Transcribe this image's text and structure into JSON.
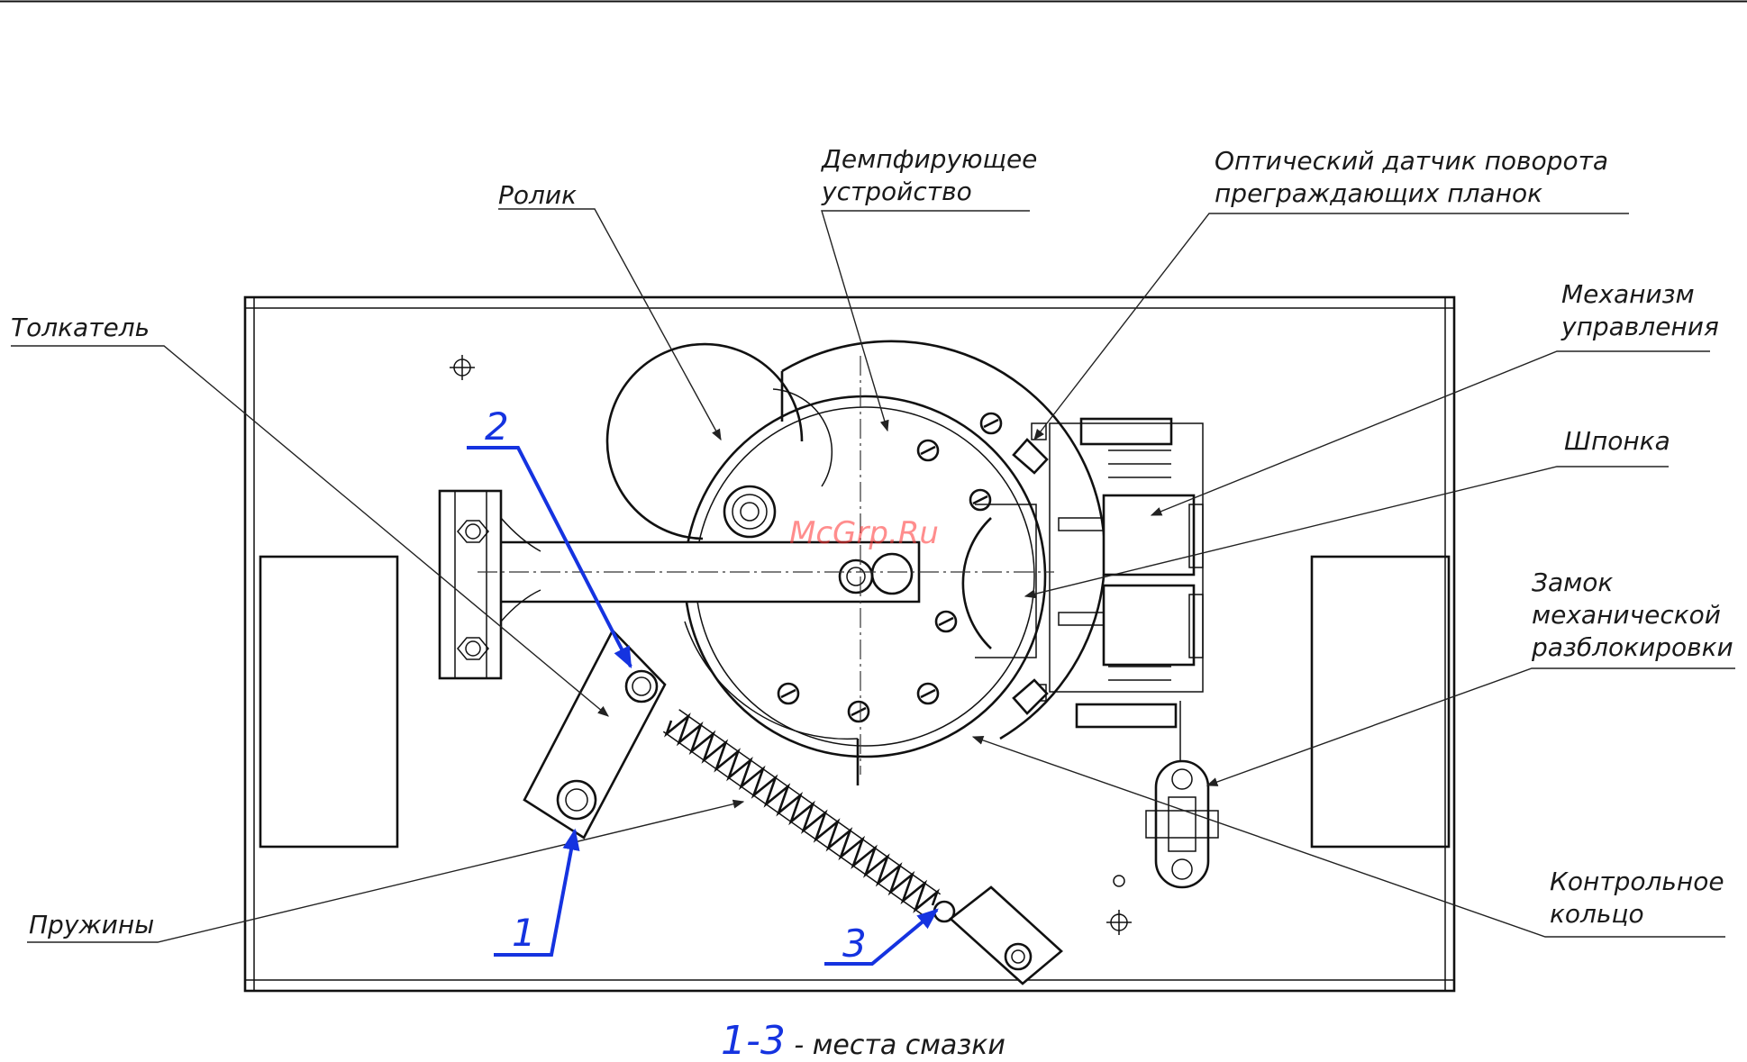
{
  "labels": {
    "damper": [
      "Демпфирующее",
      "устройство"
    ],
    "roller": "Ролик",
    "optical_sensor": [
      "Оптический датчик поворота",
      "преграждающих планок"
    ],
    "control_mechanism": [
      "Механизм",
      "управления"
    ],
    "pusher": "Толкатель",
    "key": "Шпонка",
    "lock": [
      "Замок",
      "механической",
      "разблокировки"
    ],
    "springs": "Пружины",
    "control_ring": [
      "Контрольное",
      "кольцо"
    ]
  },
  "points": {
    "p1": "1",
    "p2": "2",
    "p3": "3"
  },
  "caption": {
    "range": "1-3",
    "text": " - места смазки"
  },
  "watermark": "McGrp.Ru",
  "colors": {
    "accent_blue": "#1533e0",
    "line": "#111111",
    "watermark": "#ff3030"
  }
}
